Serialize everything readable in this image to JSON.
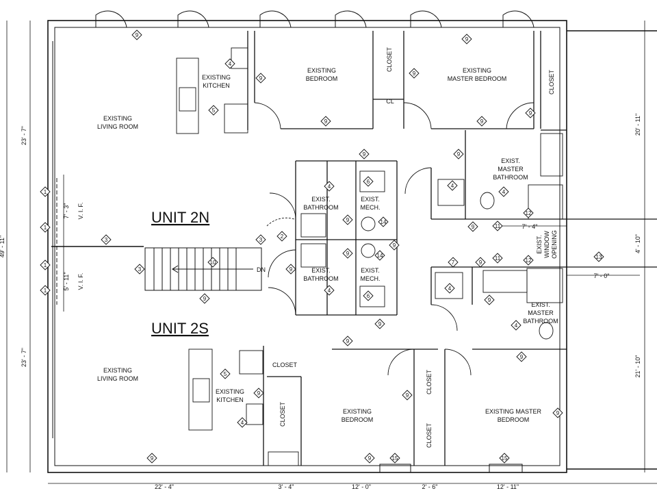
{
  "units": {
    "north": "UNIT 2N",
    "south": "UNIT 2S"
  },
  "rooms": {
    "n_kitchen": [
      "EXISTING",
      "KITCHEN"
    ],
    "n_bedroom": [
      "EXISTING",
      "BEDROOM"
    ],
    "n_master_bedroom": [
      "EXISTING",
      "MASTER BEDROOM"
    ],
    "n_living": [
      "EXISTING",
      "LIVING ROOM"
    ],
    "n_master_bath": [
      "EXIST.",
      "MASTER",
      "BATHROOM"
    ],
    "n_bath": [
      "EXIST.",
      "BATHROOM"
    ],
    "n_mech": [
      "EXIST.",
      "MECH."
    ],
    "s_bath": [
      "EXIST.",
      "BATHROOM"
    ],
    "s_mech": [
      "EXIST.",
      "MECH."
    ],
    "window_opening": [
      "EXIST.",
      "WINDOW",
      "OPENING"
    ],
    "s_master_bath": [
      "EXIST.",
      "MASTER",
      "BATHROOM"
    ],
    "s_living": [
      "EXISTING",
      "LIVING ROOM"
    ],
    "s_kitchen": [
      "EXISTING",
      "KITCHEN"
    ],
    "s_bedroom": [
      "EXISTING",
      "BEDROOM"
    ],
    "s_master_bedroom": [
      "EXISTING MASTER",
      "BEDROOM"
    ],
    "closet": "CLOSET",
    "cl": "CL",
    "vif": "V. I. F.",
    "dn": "DN"
  },
  "dimensions": {
    "bottom": [
      "22' - 4\"",
      "3' - 4\"",
      "12' - 0\"",
      "2' - 6\"",
      "12' - 11\""
    ],
    "left": [
      "23' - 7\"",
      "23' - 7\""
    ],
    "left_total": "49' - 11\"",
    "left_small": [
      "7' - 3\"",
      "5' - 11\""
    ],
    "right": [
      "20' - 11\"",
      "4' - 10\"",
      "21' - 10\""
    ],
    "interior": [
      "7' - 4\"",
      "7' - 0\""
    ]
  },
  "tags": {
    "t1": "1",
    "t2": "2",
    "t3": "3",
    "t4": "4",
    "t5": "5",
    "t6": "6",
    "t7": "7",
    "t9": "9",
    "t10": "10",
    "t11": "11",
    "t12": "12",
    "t13": "13",
    "t14": "14",
    "t15": "15"
  },
  "colors": {
    "line": "#111111",
    "background": "#ffffff"
  }
}
